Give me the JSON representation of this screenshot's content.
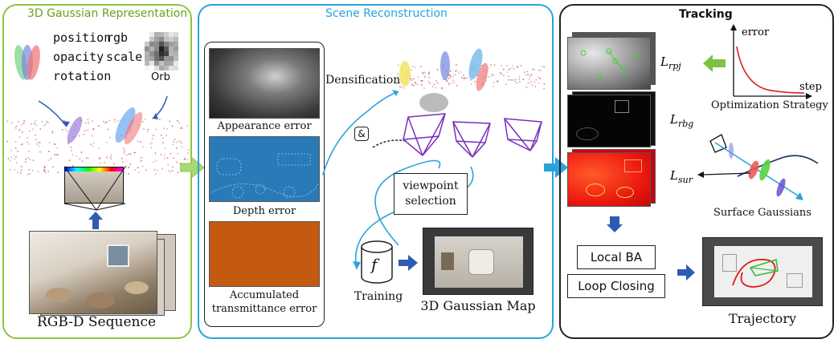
{
  "panels": {
    "gaussian": {
      "title": "3D Gaussian Representation",
      "accent": "#8dc63f"
    },
    "scene": {
      "title": "Scene Reconstruction",
      "accent": "#29a3db"
    },
    "tracking": {
      "title": "Tracking",
      "accent": "#222222"
    }
  },
  "attributes": {
    "position": "position",
    "rgb": "rgb",
    "opacity": "opacity",
    "scale": "scale",
    "rotation": "rotation",
    "orb": "Orb"
  },
  "captions": {
    "rgbd": "RGB-D Sequence",
    "appearance": "Appearance error",
    "depth": "Depth error",
    "accum1": "Accumulated",
    "accum2": "transmittance error",
    "densification": "Densification",
    "viewpoint1": "viewpoint",
    "viewpoint2": "selection",
    "training": "Training",
    "gmap": "3D Gaussian Map",
    "opt": "Optimization Strategy",
    "surface": "Surface Gaussians",
    "trajectory": "Trajectory",
    "localba": "Local BA",
    "loop": "Loop Closing",
    "and_symbol": "&",
    "f_symbol": "f"
  },
  "plot": {
    "ylabel": "error",
    "xlabel": "step"
  },
  "losses": {
    "rpj": "L_rpj",
    "rbg": "L_rbg",
    "sur": "L_sur"
  },
  "colors": {
    "green": "#8dc63f",
    "blue": "#29a3db",
    "arrow_blue": "#2f5bb7",
    "purple": "#7b2fbe",
    "orange": "#c35a10",
    "depth_blue": "#2a7ab8"
  }
}
